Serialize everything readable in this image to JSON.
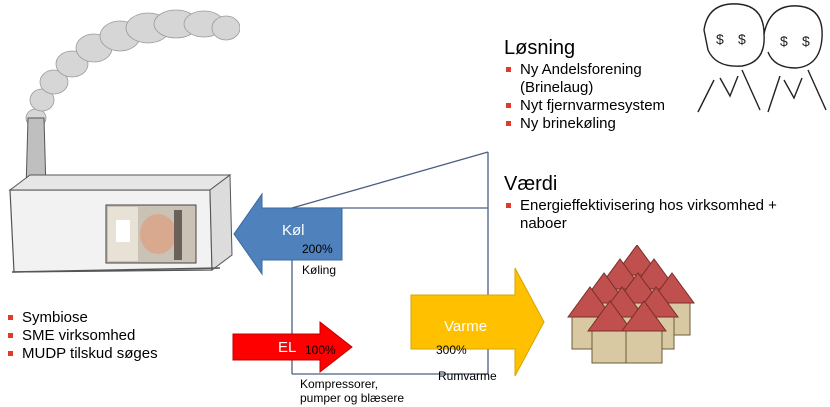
{
  "losning": {
    "heading": "Løsning",
    "items": [
      "Ny Andelsforening",
      "(Brinelaug)",
      "Nyt fjernvarmesystem",
      "Ny brinekøling"
    ]
  },
  "vaerdi": {
    "heading": "Værdi",
    "items": [
      "Energieffektivisering hos virksomhed +",
      "naboer"
    ]
  },
  "left_list": {
    "items": [
      "Symbiose",
      "SME virksomhed",
      "MUDP tilskud søges"
    ]
  },
  "arrows": {
    "kol": {
      "label": "Køl",
      "percent": "200%",
      "caption": "Køling",
      "color": "#4f81bd"
    },
    "el": {
      "label": "EL",
      "percent": "100%",
      "color": "#ff0000"
    },
    "varme": {
      "label": "Varme",
      "percent": "300%",
      "caption": "Rumvarme",
      "color": "#ffc000"
    }
  },
  "machine": {
    "caption_line1": "Kompressorer,",
    "caption_line2": "pumper og blæsere"
  },
  "colors": {
    "bullet": "#e03a2a",
    "roof": "#c0504d",
    "house": "#d9c9a3"
  }
}
